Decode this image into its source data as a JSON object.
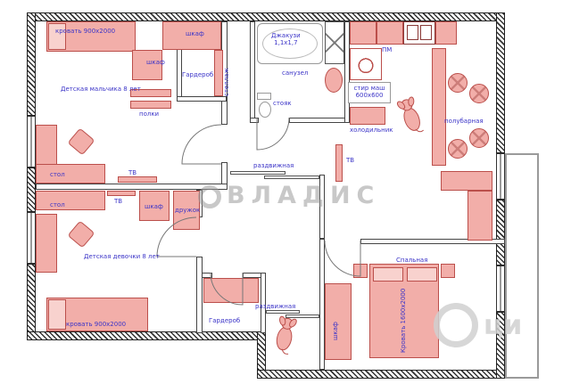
{
  "watermarks": {
    "center": "ВЛАДИС",
    "corner": "ци"
  },
  "rooms": {
    "boy": "Детская мальчика 8 лет",
    "girl": "Детская девочки 8 лет",
    "bathroom": "санузел",
    "bedroom": "Спальная",
    "closet_boy": "Гардероб",
    "closet_bottom": "Гардероб"
  },
  "labels": {
    "bed_boy": "кровать 900x2000",
    "wardrobe_top": "шкаф",
    "wardrobe_small": "шкаф",
    "shelving": "стеллаж",
    "shelves": "полки",
    "desk_boy": "стол",
    "tv_boy": "ТВ",
    "jacuzzi": "Джакузи\n1,1х1,7",
    "riser": "стояк",
    "dishwasher": "ПМ",
    "washer": "стир маш\n600x600",
    "fridge": "холодильник",
    "bar": "полубарная",
    "sliding_top": "раздвижная",
    "sliding_bottom": "раздвижная",
    "desk_girl": "стол",
    "tv_girl": "ТВ",
    "wardrobe_girl": "шкаф",
    "pet_spot": "дружок",
    "bed_girl": "кровать 900x2000",
    "bed_master": "Кровать 1600x2000",
    "wardrobe_master": "шкаф",
    "tv_living": "ТВ"
  }
}
